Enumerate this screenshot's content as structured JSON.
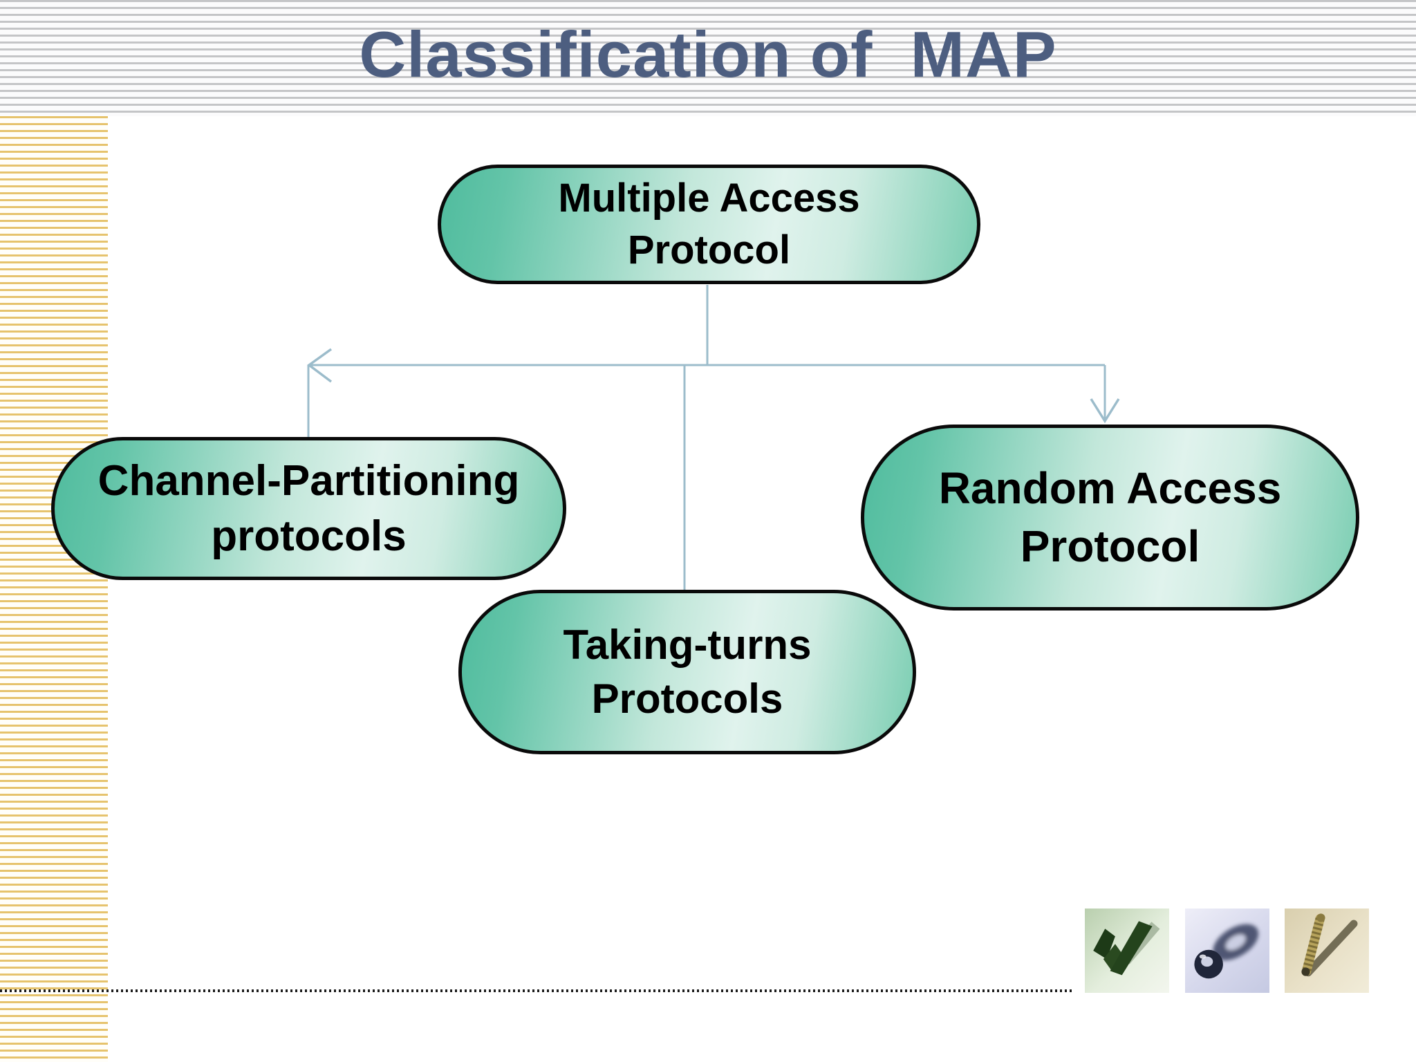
{
  "slide": {
    "title": "Classification of  MAP"
  },
  "diagram": {
    "root": {
      "label": "Multiple Access Protocol",
      "lines": [
        "Multiple Access",
        "Protocol"
      ]
    },
    "children": [
      {
        "label": "Channel-Partitioning protocols",
        "lines": [
          "Channel-Partitioning",
          "protocols"
        ]
      },
      {
        "label": "Taking-turns Protocols",
        "lines": [
          "Taking-turns",
          "Protocols"
        ]
      },
      {
        "label": "Random Access Protocol",
        "lines": [
          "Random Access",
          "Protocol"
        ]
      }
    ]
  },
  "decorations": {
    "footer_icons": [
      "checkmark-clipart",
      "ring-clipart",
      "pen-clipart"
    ]
  },
  "colors": {
    "title_text": "#4d5e80",
    "node_fill_dark": "#54bda0",
    "node_fill_light": "#e0f3ed",
    "node_border": "#0a0a0a",
    "node_text": "#000000",
    "connector": "#9cbccb",
    "stripe_gray": "#c4c5c7",
    "stripe_yellow": "#e6c36d",
    "dotted_rule": "#1c1c1c"
  }
}
